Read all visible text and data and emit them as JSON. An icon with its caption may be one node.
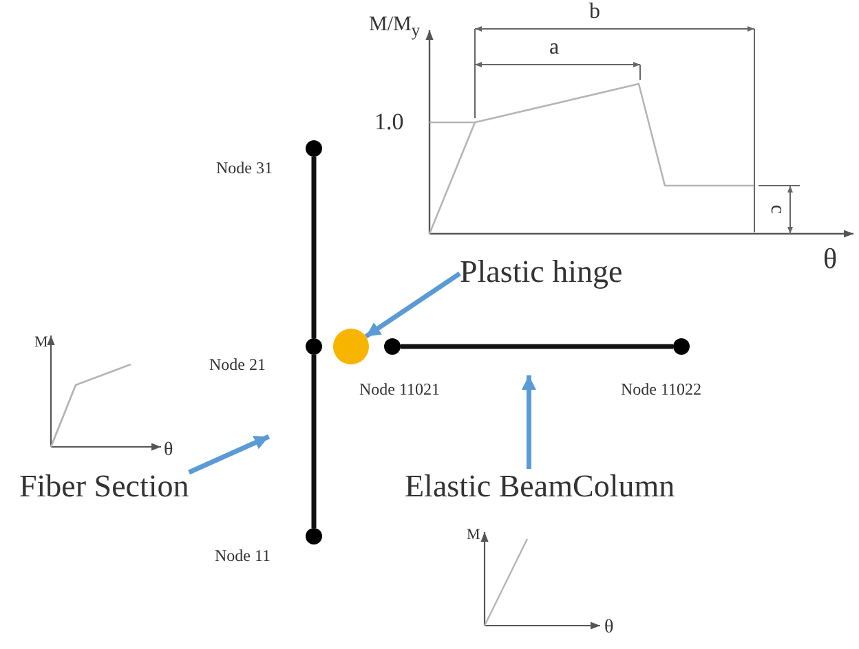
{
  "diagram": {
    "nodes": [
      {
        "text": [],
        "shape": "circle",
        "beside": [
          "Node 31"
        ]
      },
      {
        "text": [
          "Plastic hinge"
        ]
      },
      {
        "text": [],
        "shape": "circle",
        "beside": [
          "Node 21"
        ]
      },
      {
        "text": [],
        "shape": "circle"
      },
      {
        "text": [],
        "shape": "circle",
        "beside": [
          "Node 11021"
        ]
      },
      {
        "text": [],
        "shape": "circle",
        "beside": [
          "Node 11022"
        ]
      },
      {
        "text": [
          "Fiber Section"
        ]
      },
      {
        "text": [
          "Elastic BeamColumn"
        ]
      },
      {
        "text": [],
        "shape": "circle",
        "beside": [
          "Node 11"
        ]
      }
    ],
    "edges": [
      {
        "from": 0,
        "to": 2,
        "arrow": "none"
      },
      {
        "from": 2,
        "to": 8,
        "arrow": "none"
      },
      {
        "from": 4,
        "to": 5,
        "arrow": "none"
      },
      {
        "from": 1,
        "to": 3,
        "arrow": "to",
        "color": "#5b9bd5"
      },
      {
        "from": 6,
        "to": null,
        "arrow": "to",
        "color": "#5b9bd5"
      },
      {
        "from": 7,
        "to": null,
        "arrow": "to",
        "color": "#5b9bd5"
      }
    ],
    "labels": [
      "b",
      "M/M$_{y}$",
      "a",
      "1.0",
      "c",
      "θ",
      "M",
      "θ",
      "M",
      "θ"
    ]
  }
}
